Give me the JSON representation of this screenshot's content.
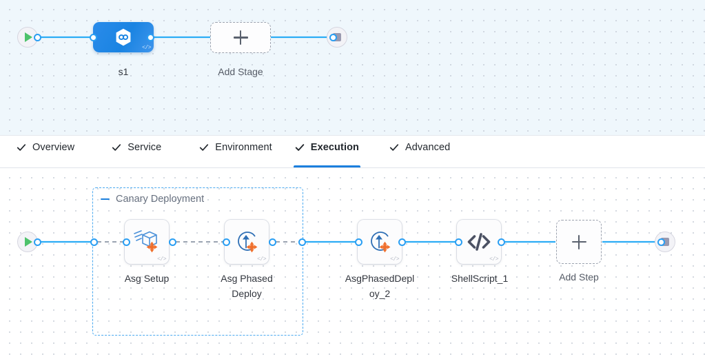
{
  "stage_panel": {
    "background": "#eff7fc",
    "start_node": {
      "name": "pipeline-start",
      "icon": "play-icon"
    },
    "end_node": {
      "name": "pipeline-end",
      "icon": "stop-icon"
    },
    "stage": {
      "label": "s1",
      "icon": "deployment-hexagon-icon",
      "code_marker": "</>",
      "color": "#1a84e2"
    },
    "add_stage": {
      "label": "Add Stage",
      "icon": "plus-icon"
    }
  },
  "tabs": {
    "active_index": 3,
    "accent": "#1b7fdd",
    "items": [
      {
        "label": "Overview",
        "icon": "check-icon",
        "active": false
      },
      {
        "label": "Service",
        "icon": "check-icon",
        "active": false
      },
      {
        "label": "Environment",
        "icon": "check-icon",
        "active": false
      },
      {
        "label": "Execution",
        "icon": "check-icon",
        "active": true
      },
      {
        "label": "Advanced",
        "icon": "check-icon",
        "active": false
      }
    ]
  },
  "execution_panel": {
    "background": "#ffffff",
    "start_node": {
      "name": "execution-start",
      "icon": "play-icon"
    },
    "end_node": {
      "name": "execution-end",
      "icon": "stop-icon"
    },
    "group": {
      "label": "Canary Deployment",
      "collapse_icon": "minus-icon",
      "border_color": "#48a8f0"
    },
    "steps": [
      {
        "label": "Asg Setup",
        "icon": "asg-setup-icon",
        "code_marker": "</>",
        "in_group": true
      },
      {
        "label": "Asg Phased\nDeploy",
        "icon": "asg-deploy-icon",
        "code_marker": "</>",
        "in_group": true
      },
      {
        "label": "AsgPhasedDepl\noy_2",
        "icon": "asg-deploy-icon",
        "code_marker": "</>",
        "in_group": false
      },
      {
        "label": "ShellScript_1",
        "icon": "shell-script-icon",
        "code_marker": "</>",
        "in_group": false
      }
    ],
    "add_step": {
      "label": "Add Step",
      "icon": "plus-icon"
    }
  }
}
